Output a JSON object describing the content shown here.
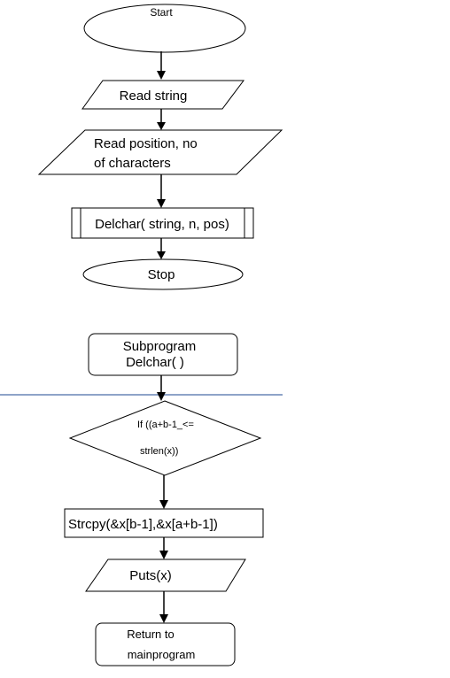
{
  "flowchart": {
    "start": "Start",
    "read_string": "Read string",
    "read_position": [
      "Read position, no",
      "of characters"
    ],
    "delchar_call": "Delchar( string, n, pos)",
    "stop": "Stop"
  },
  "subprogram": {
    "title": [
      "Subprogram",
      "Delchar( )"
    ],
    "condition": [
      "If ((a+b-1_<=",
      "strlen(x))"
    ],
    "strcpy": "Strcpy(&x[b-1],&x[a+b-1])",
    "puts": "Puts(x)",
    "return": [
      "Return to",
      "mainprogram"
    ]
  },
  "colors": {
    "separator": "#8ea3c8",
    "stroke": "#000000"
  }
}
